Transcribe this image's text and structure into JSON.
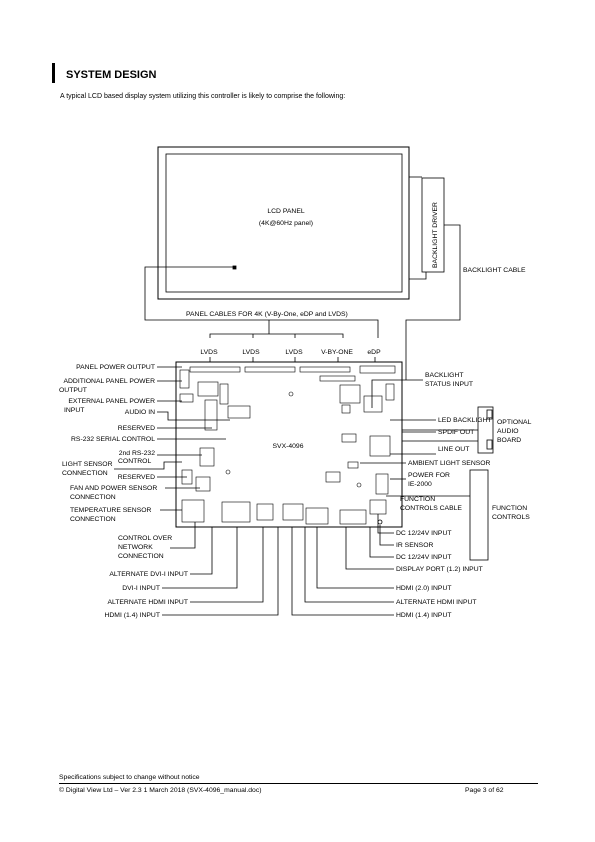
{
  "section": {
    "title": "SYSTEM DESIGN",
    "intro": "A typical LCD based display system utilizing this controller is likely to comprise the following:"
  },
  "diagram": {
    "lcd_title": "LCD PANEL",
    "lcd_subtitle": "(4K@60Hz panel)",
    "backlight_driver": "BACKLIGHT DRIVER",
    "backlight_cable": "BACKLIGHT CABLE",
    "panel_cables": "PANEL CABLES FOR 4K (V-By-One, eDP and LVDS)",
    "connectors": [
      "LVDS",
      "LVDS",
      "LVDS",
      "V-BY-ONE",
      "eDP"
    ],
    "board_name": "SVX-4096",
    "left_labels": [
      "PANEL POWER OUTPUT",
      "ADDITIONAL PANEL POWER",
      "OUTPUT",
      "EXTERNAL PANEL POWER",
      "INPUT",
      "AUDIO IN",
      "RESERVED",
      "RS-232 SERIAL CONTROL",
      "2nd RS-232",
      "CONTROL",
      "LIGHT SENSOR",
      "CONNECTION",
      "RESERVED",
      "FAN AND POWER SENSOR",
      "CONNECTION",
      "TEMPERATURE SENSOR",
      "CONNECTION",
      "CONTROL OVER",
      "NETWORK",
      "CONNECTION"
    ],
    "right_labels": [
      "BACKLIGHT",
      "STATUS INPUT",
      "LED BACKLIGHT",
      "SPDIF OUT",
      "LINE OUT",
      "AMBIENT LIGHT SENSOR",
      "POWER FOR",
      "IE-2000",
      "FUNCTION",
      "CONTROLS CABLE"
    ],
    "audio_board": [
      "OPTIONAL",
      "AUDIO",
      "BOARD"
    ],
    "function_controls": [
      "FUNCTION",
      "CONTROLS"
    ],
    "bottom_left_labels": [
      "ALTERNATE DVI-I INPUT",
      "DVI-I INPUT",
      "ALTERNATE HDMI INPUT",
      "HDMI (1.4) INPUT"
    ],
    "bottom_right_labels": [
      "DC 12/24V INPUT",
      "IR SENSOR",
      "DC 12/24V INPUT",
      "DISPLAY PORT (1.2) INPUT",
      "HDMI (2.0) INPUT",
      "ALTERNATE HDMI INPUT",
      "HDMI (1.4) INPUT"
    ]
  },
  "footer": {
    "note": "Specifications subject to change without notice",
    "copyright": "© Digital View Ltd – Ver 2.3  1 March 2018   (SVX-4096_manual.doc)",
    "page": "Page 3 of 62"
  }
}
